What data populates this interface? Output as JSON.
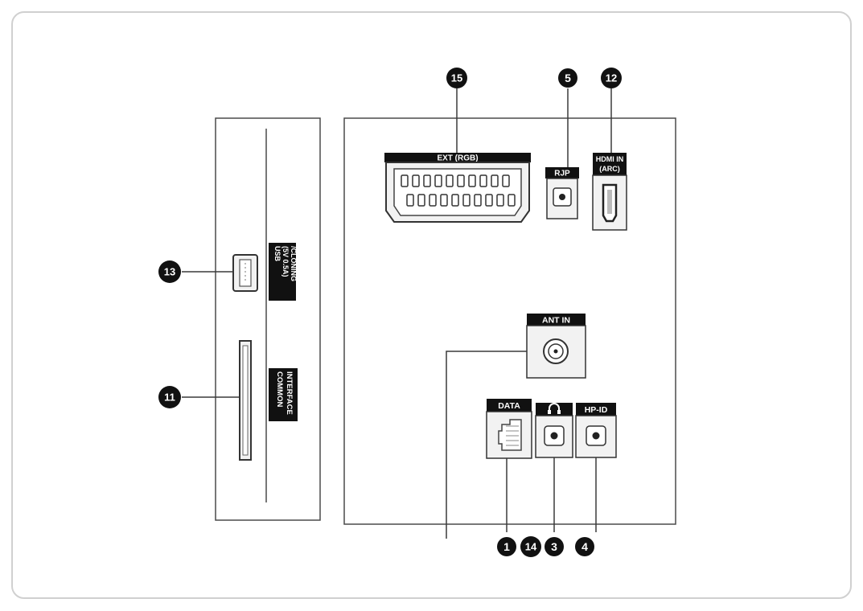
{
  "side_panel": {
    "usb_label_line1": "USB",
    "usb_label_line2": "(5V 0.5A)",
    "usb_label_line3": "/CLONING",
    "ci_label_line1": "COMMON",
    "ci_label_line2": "INTERFACE"
  },
  "rear_panel": {
    "scart_label": "EXT (RGB)",
    "rjp_label": "RJP",
    "hdmi_label_line1": "HDMI IN",
    "hdmi_label_line2": "(ARC)",
    "ant_label": "ANT IN",
    "data_label": "DATA",
    "hp_id_label": "HP-ID"
  },
  "callouts": {
    "c15": "15",
    "c5": "5",
    "c12": "12",
    "c13": "13",
    "c11": "11",
    "c1": "1",
    "c14": "14",
    "c3": "3",
    "c4": "4"
  },
  "colors": {
    "line": "#3a3a3a",
    "label_bg": "#111111",
    "panel_border": "#4a4a4a",
    "port_fill": "#f2f2f2"
  }
}
